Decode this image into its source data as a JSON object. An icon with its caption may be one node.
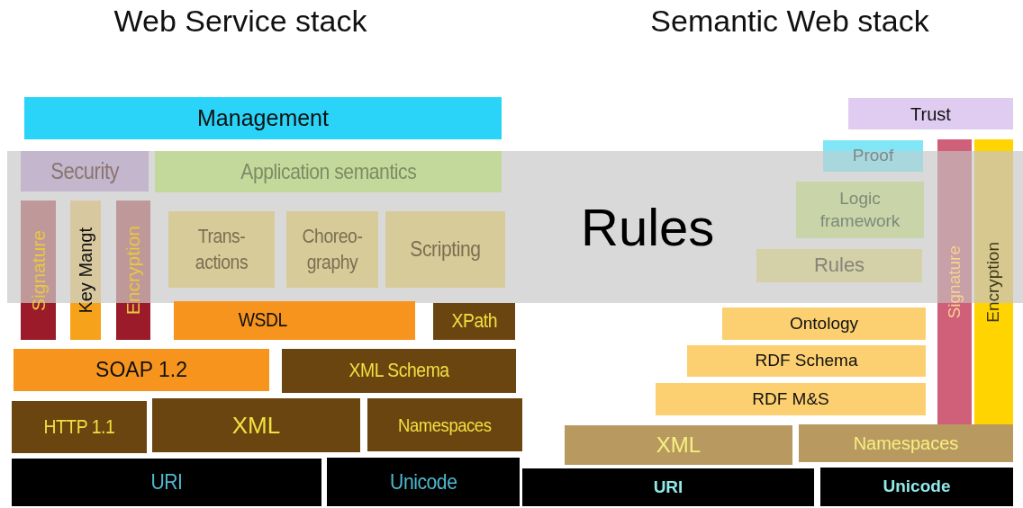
{
  "diagram": {
    "nodes": [
      {
        "text": [
          "Management"
        ]
      },
      {
        "text": [
          "Security"
        ],
        "in": 18
      },
      {
        "text": [
          "Application semantics"
        ],
        "in": 18
      },
      {
        "text": [
          "Signature"
        ]
      },
      {
        "text": [
          "Key Mangt"
        ]
      },
      {
        "text": [
          "Encryption"
        ]
      },
      {
        "text": [
          "Trans- actions"
        ],
        "in": 18
      },
      {
        "text": [
          "Choreo- graphy"
        ],
        "in": 18
      },
      {
        "text": [
          "Scripting"
        ],
        "in": 18
      },
      {
        "text": [
          "WSDL"
        ]
      },
      {
        "text": [
          "XPath"
        ]
      },
      {
        "text": [
          "SOAP 1.2"
        ]
      },
      {
        "text": [
          "XML Schema"
        ]
      },
      {
        "text": [
          "HTTP 1.1"
        ]
      },
      {
        "text": [
          "XML"
        ]
      },
      {
        "text": [
          "Namespaces"
        ]
      },
      {
        "text": [
          "URI"
        ]
      },
      {
        "text": [
          "Unicode"
        ]
      },
      {
        "text": [
          "Rules"
        ]
      },
      {
        "text": [
          "Trust"
        ]
      },
      {
        "text": [
          "Proof"
        ]
      },
      {
        "text": [
          "Logic framework"
        ],
        "in": 18
      },
      {
        "text": [
          "Rules"
        ],
        "in": 18
      },
      {
        "text": [
          "Signature"
        ]
      },
      {
        "text": [
          "Encryption"
        ]
      },
      {
        "text": [
          "Ontology"
        ]
      },
      {
        "text": [
          "RDF Schema"
        ]
      },
      {
        "text": [
          "RDF M&S"
        ]
      },
      {
        "text": [
          "XML"
        ]
      },
      {
        "text": [
          "Namespaces"
        ]
      },
      {
        "text": [
          "URI"
        ]
      },
      {
        "text": [
          "Unicode"
        ]
      }
    ],
    "labels": [
      "Web Service stack",
      "Semantic Web stack"
    ]
  }
}
